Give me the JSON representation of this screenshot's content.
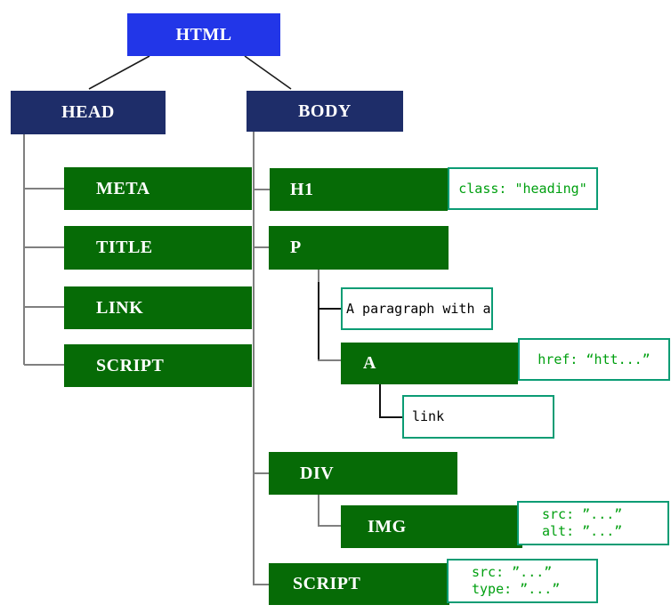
{
  "colors": {
    "root_node_bg": "#2236e8",
    "section_node_bg": "#1e2d69",
    "element_node_bg": "#066b06",
    "node_text": "#ffffff",
    "note_border": "#0b9c74",
    "attr_text": "#00a010",
    "text_node_text": "#000000",
    "tree_connector": "#7f7f7f",
    "annotation_connector": "#111111"
  },
  "nodes": {
    "html": {
      "label": "HTML"
    },
    "head": {
      "label": "HEAD"
    },
    "body": {
      "label": "BODY"
    },
    "meta": {
      "label": "META"
    },
    "title": {
      "label": "TITLE"
    },
    "link": {
      "label": "LINK"
    },
    "script_head": {
      "label": "SCRIPT"
    },
    "h1": {
      "label": "H1"
    },
    "p": {
      "label": "P"
    },
    "a": {
      "label": "A"
    },
    "div": {
      "label": "DIV"
    },
    "img": {
      "label": "IMG"
    },
    "script_body": {
      "label": "SCRIPT"
    }
  },
  "text_nodes": {
    "paragraph": "A paragraph with a",
    "link": "link"
  },
  "annotations": {
    "h1_attr": "class: \"heading\"",
    "a_attr": "href: “htt...”",
    "img_attrs": [
      "src: ”...”",
      "alt: ”...”"
    ],
    "script_attrs": [
      "src: ”...”",
      "type: ”...”"
    ]
  }
}
